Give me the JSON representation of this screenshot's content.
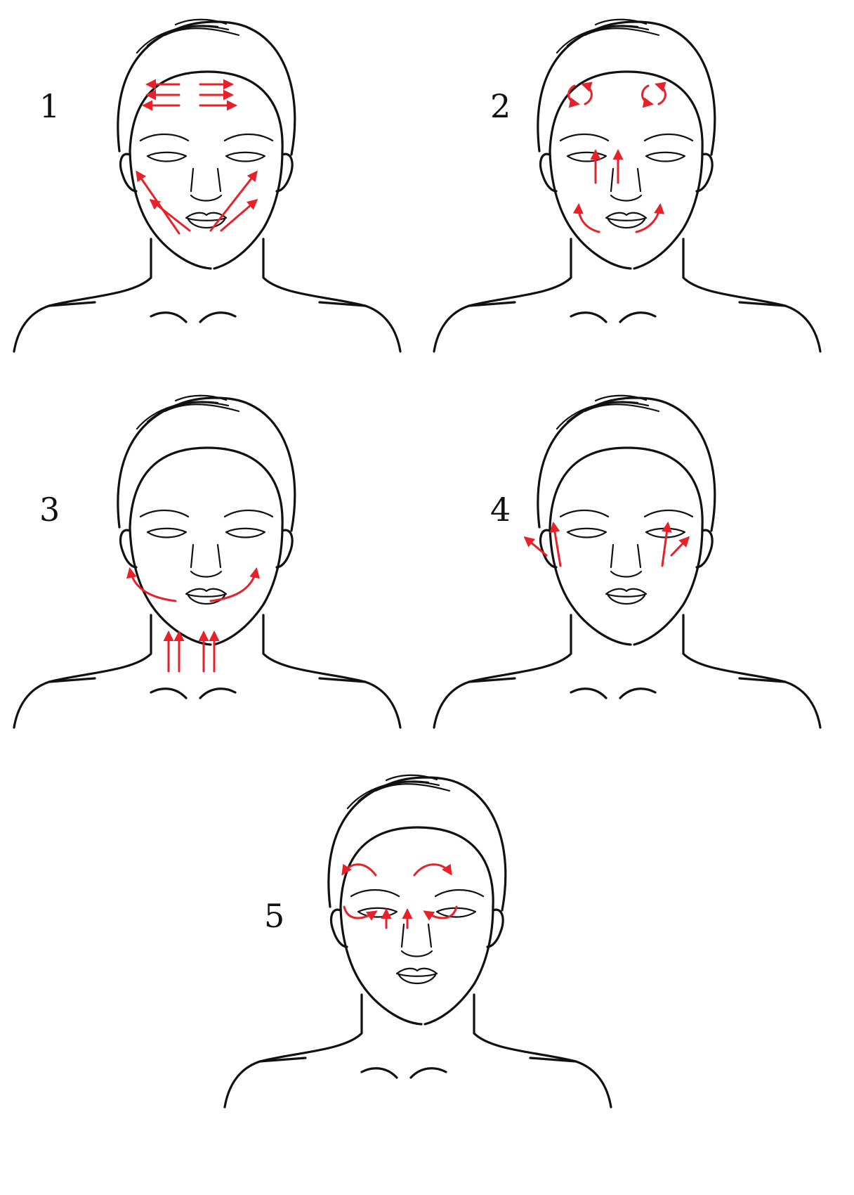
{
  "steps": [
    {
      "number": "1"
    },
    {
      "number": "2"
    },
    {
      "number": "3"
    },
    {
      "number": "4"
    },
    {
      "number": "5"
    }
  ],
  "colors": {
    "ink": "#111111",
    "arrow": "#e8202a",
    "background": "#ffffff"
  }
}
